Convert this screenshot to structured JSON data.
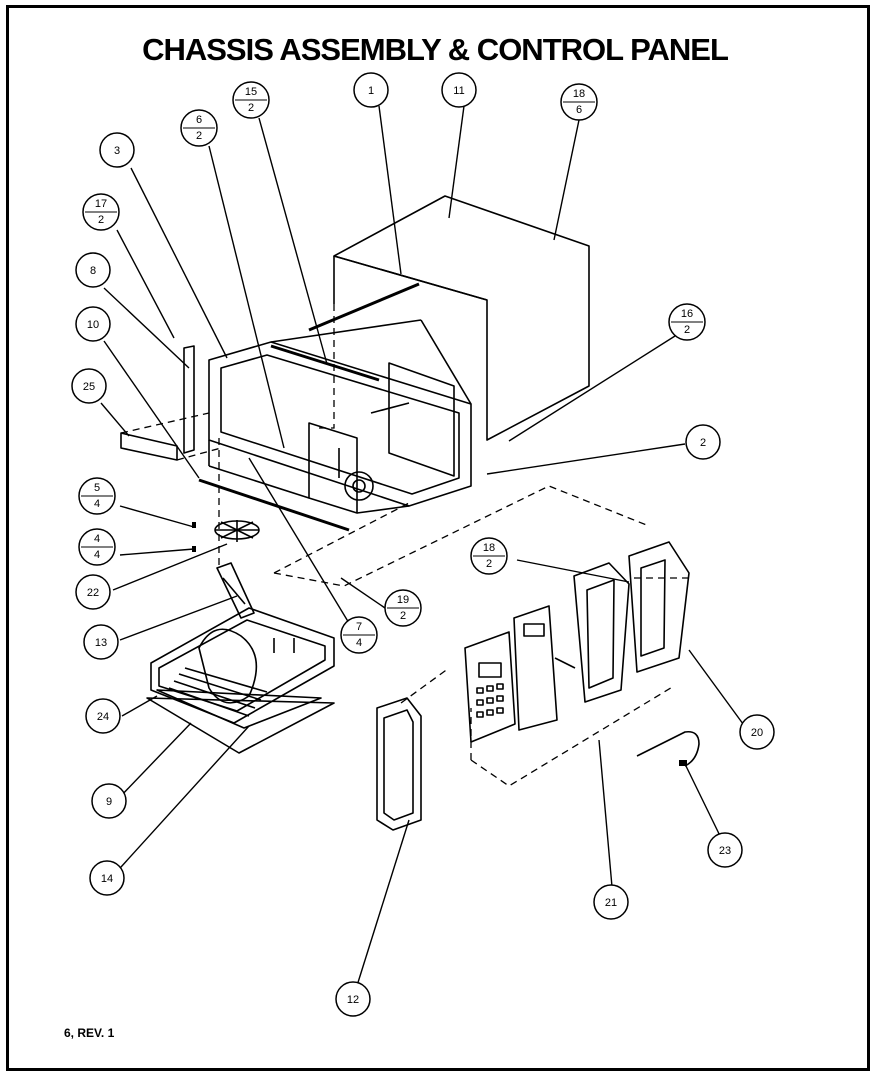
{
  "title": "CHASSIS ASSEMBLY & CONTROL PANEL",
  "footer": "6, REV. 1",
  "callouts": [
    {
      "id": "c1",
      "num": "1"
    },
    {
      "id": "c11",
      "num": "11"
    },
    {
      "id": "c15",
      "num": "15",
      "den": "2"
    },
    {
      "id": "c6",
      "num": "6",
      "den": "2"
    },
    {
      "id": "c3",
      "num": "3"
    },
    {
      "id": "c17",
      "num": "17",
      "den": "2"
    },
    {
      "id": "c18a",
      "num": "18",
      "den": "6"
    },
    {
      "id": "c8",
      "num": "8"
    },
    {
      "id": "c10",
      "num": "10"
    },
    {
      "id": "c16",
      "num": "16",
      "den": "2"
    },
    {
      "id": "c25",
      "num": "25"
    },
    {
      "id": "c2",
      "num": "2"
    },
    {
      "id": "c5",
      "num": "5",
      "den": "4"
    },
    {
      "id": "c4",
      "num": "4",
      "den": "4"
    },
    {
      "id": "c22",
      "num": "22"
    },
    {
      "id": "c18b",
      "num": "18",
      "den": "2"
    },
    {
      "id": "c19",
      "num": "19",
      "den": "2"
    },
    {
      "id": "c13",
      "num": "13"
    },
    {
      "id": "c7",
      "num": "7",
      "den": "4"
    },
    {
      "id": "c24",
      "num": "24"
    },
    {
      "id": "c20",
      "num": "20"
    },
    {
      "id": "c9",
      "num": "9"
    },
    {
      "id": "c23",
      "num": "23"
    },
    {
      "id": "c14",
      "num": "14"
    },
    {
      "id": "c21",
      "num": "21"
    },
    {
      "id": "c12",
      "num": "12"
    }
  ]
}
